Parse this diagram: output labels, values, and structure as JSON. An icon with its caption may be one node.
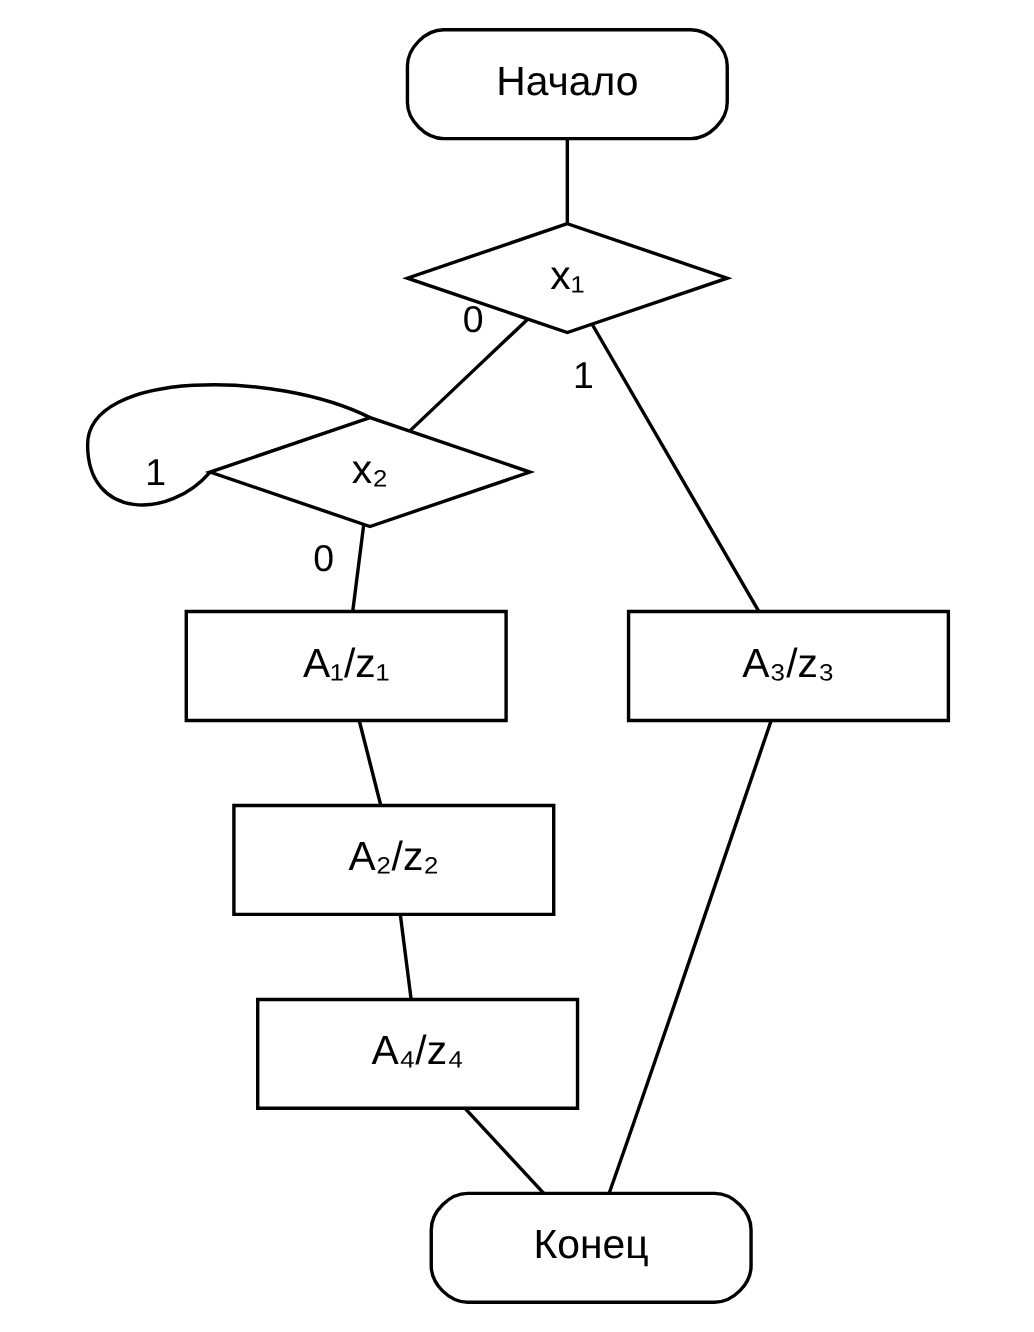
{
  "diagram": {
    "nodes": [
      {
        "text": [
          "Начало"
        ]
      },
      {
        "text": [
          "x₁"
        ]
      },
      {
        "text": [
          "x₂"
        ]
      },
      {
        "text": [
          "A₃/z₃"
        ]
      },
      {
        "text": [
          "A₁/z₁"
        ]
      },
      {
        "text": [
          "A₂/z₂"
        ]
      },
      {
        "text": [
          "A₄/z₄"
        ]
      },
      {
        "text": [
          "Конец"
        ]
      }
    ],
    "edges": [
      {
        "from": 0,
        "to": 1,
        "arrow": "none"
      },
      {
        "from": 1,
        "to": 2,
        "arrow": "none",
        "label": "0"
      },
      {
        "from": 1,
        "to": 3,
        "arrow": "none",
        "label": "1"
      },
      {
        "from": 2,
        "to": 2,
        "arrow": "none",
        "label": "1"
      },
      {
        "from": 2,
        "to": 4,
        "arrow": "none",
        "label": "0"
      },
      {
        "from": 4,
        "to": 5,
        "arrow": "none"
      },
      {
        "from": 5,
        "to": 6,
        "arrow": "none"
      },
      {
        "from": 6,
        "to": 7,
        "arrow": "none"
      },
      {
        "from": 3,
        "to": 7,
        "arrow": "none"
      }
    ]
  }
}
